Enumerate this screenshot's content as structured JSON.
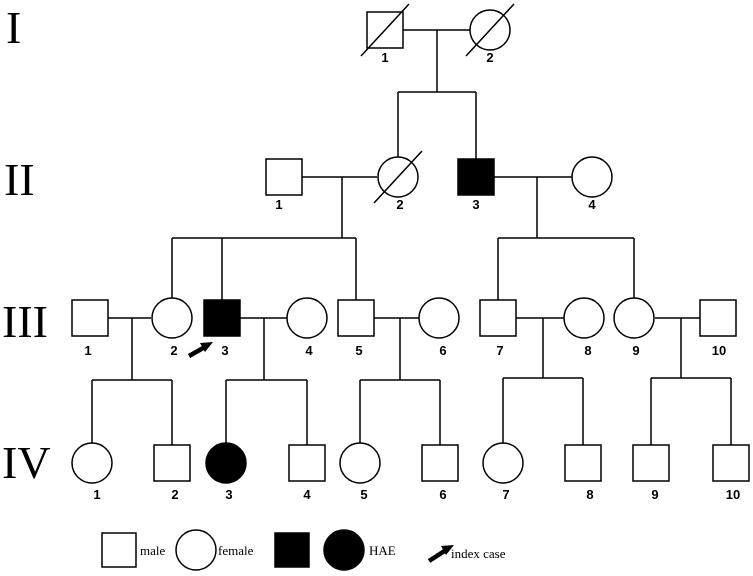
{
  "generations": [
    "I",
    "II",
    "III",
    "IV"
  ],
  "individuals": [
    {
      "id": "I-1",
      "gen": "I",
      "number": "1",
      "sex": "male",
      "affected": false,
      "deceased": true
    },
    {
      "id": "I-2",
      "gen": "I",
      "number": "2",
      "sex": "female",
      "affected": false,
      "deceased": true
    },
    {
      "id": "II-1",
      "gen": "II",
      "number": "1",
      "sex": "male",
      "affected": false,
      "deceased": false
    },
    {
      "id": "II-2",
      "gen": "II",
      "number": "2",
      "sex": "female",
      "affected": false,
      "deceased": true
    },
    {
      "id": "II-3",
      "gen": "II",
      "number": "3",
      "sex": "male",
      "affected": true,
      "deceased": false
    },
    {
      "id": "II-4",
      "gen": "II",
      "number": "4",
      "sex": "female",
      "affected": false,
      "deceased": false
    },
    {
      "id": "III-1",
      "gen": "III",
      "number": "1",
      "sex": "male",
      "affected": false,
      "deceased": false
    },
    {
      "id": "III-2",
      "gen": "III",
      "number": "2",
      "sex": "female",
      "affected": false,
      "deceased": false
    },
    {
      "id": "III-3",
      "gen": "III",
      "number": "3",
      "sex": "male",
      "affected": true,
      "deceased": false,
      "index_case": true
    },
    {
      "id": "III-4",
      "gen": "III",
      "number": "4",
      "sex": "female",
      "affected": false,
      "deceased": false
    },
    {
      "id": "III-5",
      "gen": "III",
      "number": "5",
      "sex": "male",
      "affected": false,
      "deceased": false
    },
    {
      "id": "III-6",
      "gen": "III",
      "number": "6",
      "sex": "female",
      "affected": false,
      "deceased": false
    },
    {
      "id": "III-7",
      "gen": "III",
      "number": "7",
      "sex": "male",
      "affected": false,
      "deceased": false
    },
    {
      "id": "III-8",
      "gen": "III",
      "number": "8",
      "sex": "female",
      "affected": false,
      "deceased": false
    },
    {
      "id": "III-9",
      "gen": "III",
      "number": "9",
      "sex": "female",
      "affected": false,
      "deceased": false
    },
    {
      "id": "III-10",
      "gen": "III",
      "number": "10",
      "sex": "male",
      "affected": false,
      "deceased": false
    },
    {
      "id": "IV-1",
      "gen": "IV",
      "number": "1",
      "sex": "female",
      "affected": false,
      "deceased": false
    },
    {
      "id": "IV-2",
      "gen": "IV",
      "number": "2",
      "sex": "male",
      "affected": false,
      "deceased": false
    },
    {
      "id": "IV-3",
      "gen": "IV",
      "number": "3",
      "sex": "female",
      "affected": true,
      "deceased": false
    },
    {
      "id": "IV-4",
      "gen": "IV",
      "number": "4",
      "sex": "male",
      "affected": false,
      "deceased": false
    },
    {
      "id": "IV-5",
      "gen": "IV",
      "number": "5",
      "sex": "female",
      "affected": false,
      "deceased": false
    },
    {
      "id": "IV-6",
      "gen": "IV",
      "number": "6",
      "sex": "male",
      "affected": false,
      "deceased": false
    },
    {
      "id": "IV-7",
      "gen": "IV",
      "number": "7",
      "sex": "female",
      "affected": false,
      "deceased": false
    },
    {
      "id": "IV-8",
      "gen": "IV",
      "number": "8",
      "sex": "male",
      "affected": false,
      "deceased": false
    },
    {
      "id": "IV-9",
      "gen": "IV",
      "number": "9",
      "sex": "male",
      "affected": false,
      "deceased": false
    },
    {
      "id": "IV-10",
      "gen": "IV",
      "number": "10",
      "sex": "male",
      "affected": false,
      "deceased": false
    }
  ],
  "legend": {
    "male": "male",
    "female": "female",
    "affected": "HAE",
    "index": "index case"
  }
}
